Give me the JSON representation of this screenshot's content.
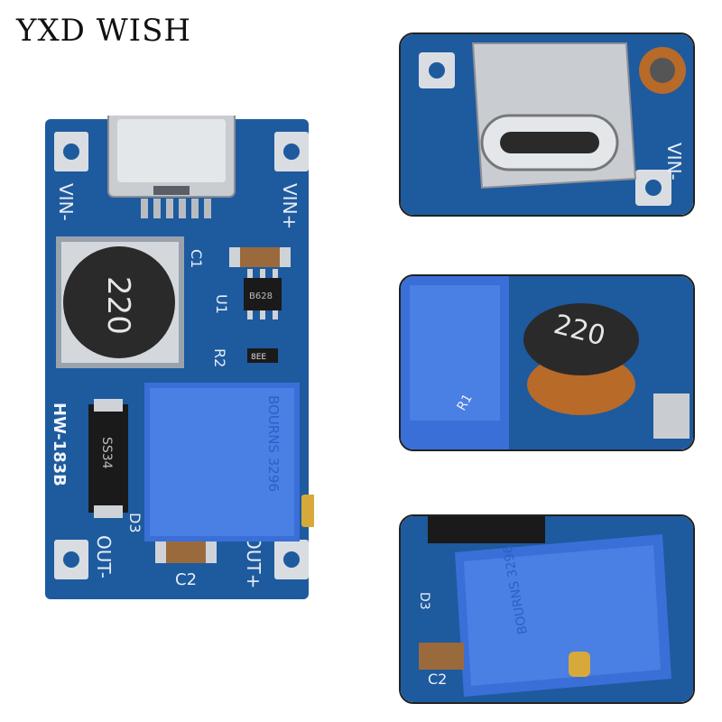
{
  "brand": "YXD WISH",
  "board": {
    "model": "HW-183B",
    "inductor_code": "220",
    "diode_code": "SS34",
    "chip_code": "B628",
    "resistor_code": "8EE",
    "labels": {
      "vin_minus": "VIN-",
      "vin_plus": "VIN+",
      "out_minus": "OUT-",
      "out_plus": "OUT+",
      "c1": "C1",
      "c2": "C2",
      "u1": "U1",
      "r2": "R2",
      "r1": "R1",
      "d3": "D3"
    },
    "pot_text": "BOURNS 3296"
  },
  "colors": {
    "pcb": "#1e5a9e",
    "pcb_dark": "#164a85",
    "pot": "#3a6fd8",
    "pad": "#d9dde2",
    "copper": "#b86a28"
  }
}
